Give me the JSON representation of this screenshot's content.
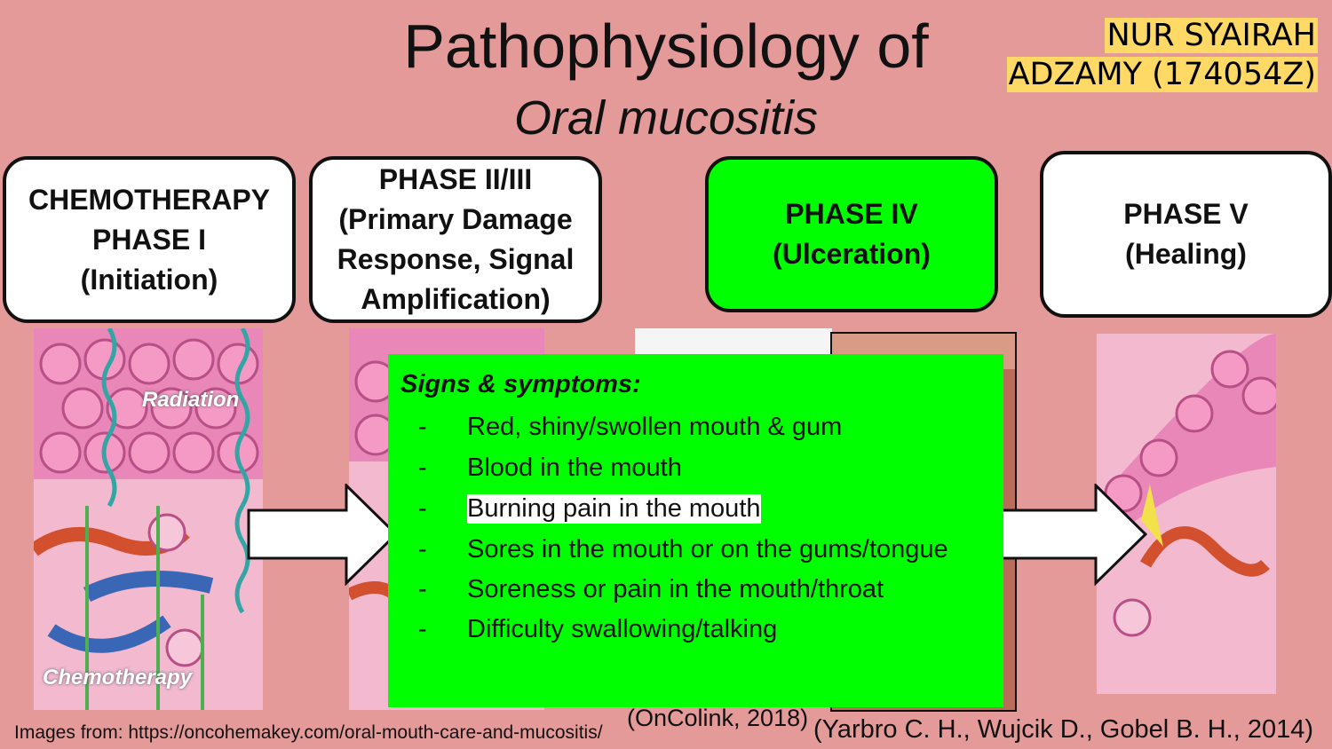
{
  "title": {
    "line1": "Pathophysiology of",
    "line2": "Oral mucositis"
  },
  "author": {
    "line1": "NUR SYAIRAH",
    "line2": "ADZAMY (174054Z)"
  },
  "phases": [
    {
      "label": "CHEMOTHERAPY\nPHASE I\n(Initiation)"
    },
    {
      "label": "PHASE II/III\n(Primary Damage\nResponse, Signal\nAmplification)"
    },
    {
      "label": "PHASE IV\n(Ulceration)",
      "color": "#00ff00"
    },
    {
      "label": "PHASE V\n(Healing)"
    }
  ],
  "image_labels": {
    "radiation": "Radiation",
    "chemotherapy": "Chemotherapy"
  },
  "signs": {
    "heading": "Signs & symptoms:",
    "dash": "-",
    "items": [
      "Red, shiny/swollen mouth & gum",
      "Blood in the mouth",
      "Burning pain in the mouth",
      "Sores in the mouth or on the gums/tongue",
      "Soreness or pain in the mouth/throat",
      "Difficulty swallowing/talking"
    ]
  },
  "citations": {
    "images": "Images from: https://oncohemakey.com/oral-mouth-care-and-mucositis/",
    "oncolink": "(OnColink, 2018)",
    "yarbro": "(Yarbro C. H., Wujcik D., Gobel B. H., 2014)"
  },
  "colors": {
    "background": "#e59a9a",
    "highlight": "#ffd966",
    "phase_iv": "#00ff00"
  }
}
